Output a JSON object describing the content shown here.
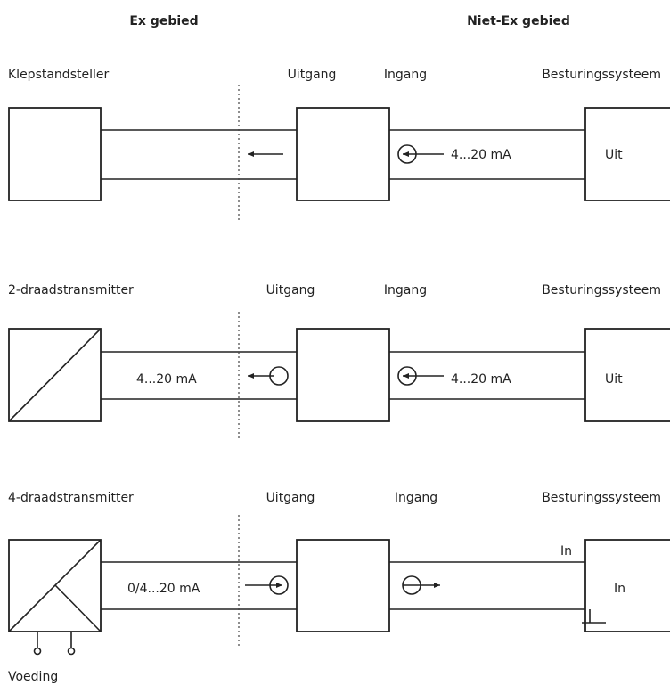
{
  "headers": {
    "ex": "Ex gebied",
    "non_ex": "Niet-Ex gebied"
  },
  "diagram1": {
    "device": "Klepstandsteller",
    "output": "Uitgang",
    "input": "Ingang",
    "control": "Besturingssysteem",
    "signal_right": "4...20 mA",
    "control_inner": "Uit"
  },
  "diagram2": {
    "device": "2-draadstransmitter",
    "output": "Uitgang",
    "input": "Ingang",
    "control": "Besturingssysteem",
    "signal_left": "4...20 mA",
    "signal_right": "4...20 mA",
    "control_inner": "Uit"
  },
  "diagram3": {
    "device": "4-draadstransmitter",
    "output": "Uitgang",
    "input": "Ingang",
    "control": "Besturingssysteem",
    "signal_left": "0/4...20 mA",
    "in_top": "In",
    "control_inner": "In",
    "power": "Voeding"
  }
}
